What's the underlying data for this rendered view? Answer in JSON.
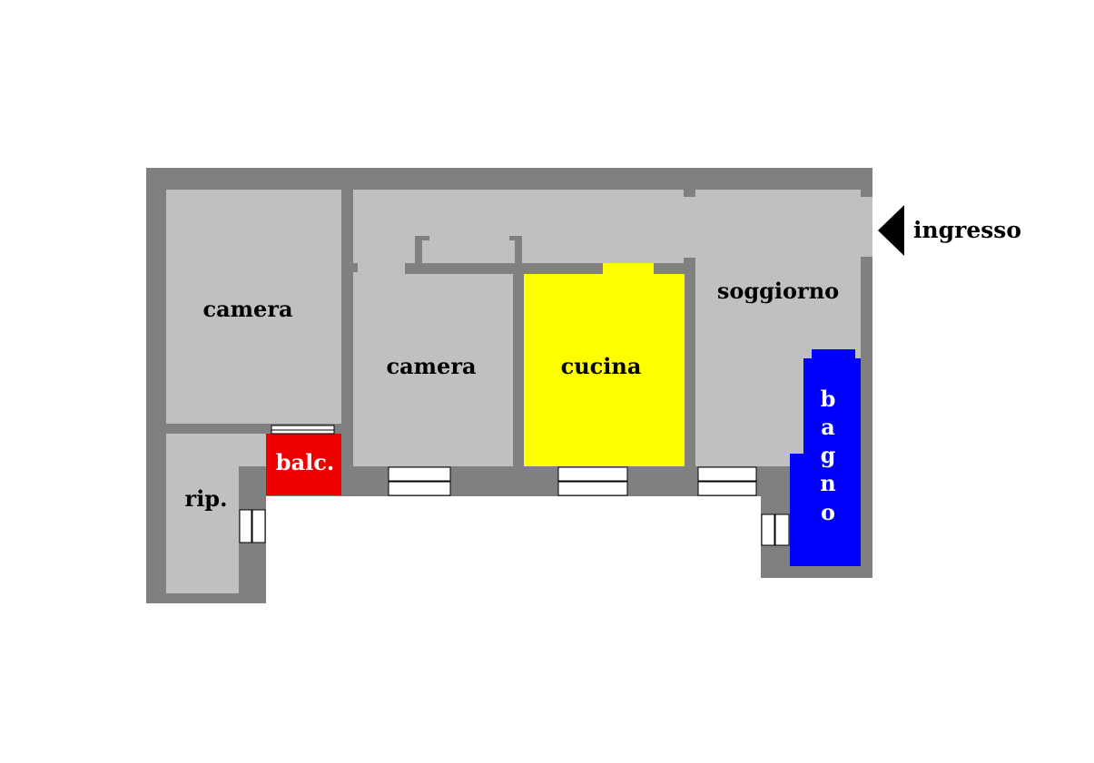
{
  "floor_plan": {
    "colors": {
      "wall": "#808080",
      "floor": "#c0c0c0",
      "kitchen": "#ffff00",
      "balcony": "#ee0000",
      "bathroom": "#0000ff",
      "window": "#ffffff"
    },
    "rooms": {
      "camera_1": "camera",
      "camera_2": "camera",
      "cucina": "cucina",
      "soggiorno": "soggiorno",
      "bagno_letters": [
        "b",
        "a",
        "g",
        "n",
        "o"
      ],
      "ripostiglio": "rip.",
      "balcone": "balc."
    },
    "entrance": {
      "label": "ingresso",
      "icon": "arrow-left-icon"
    }
  }
}
